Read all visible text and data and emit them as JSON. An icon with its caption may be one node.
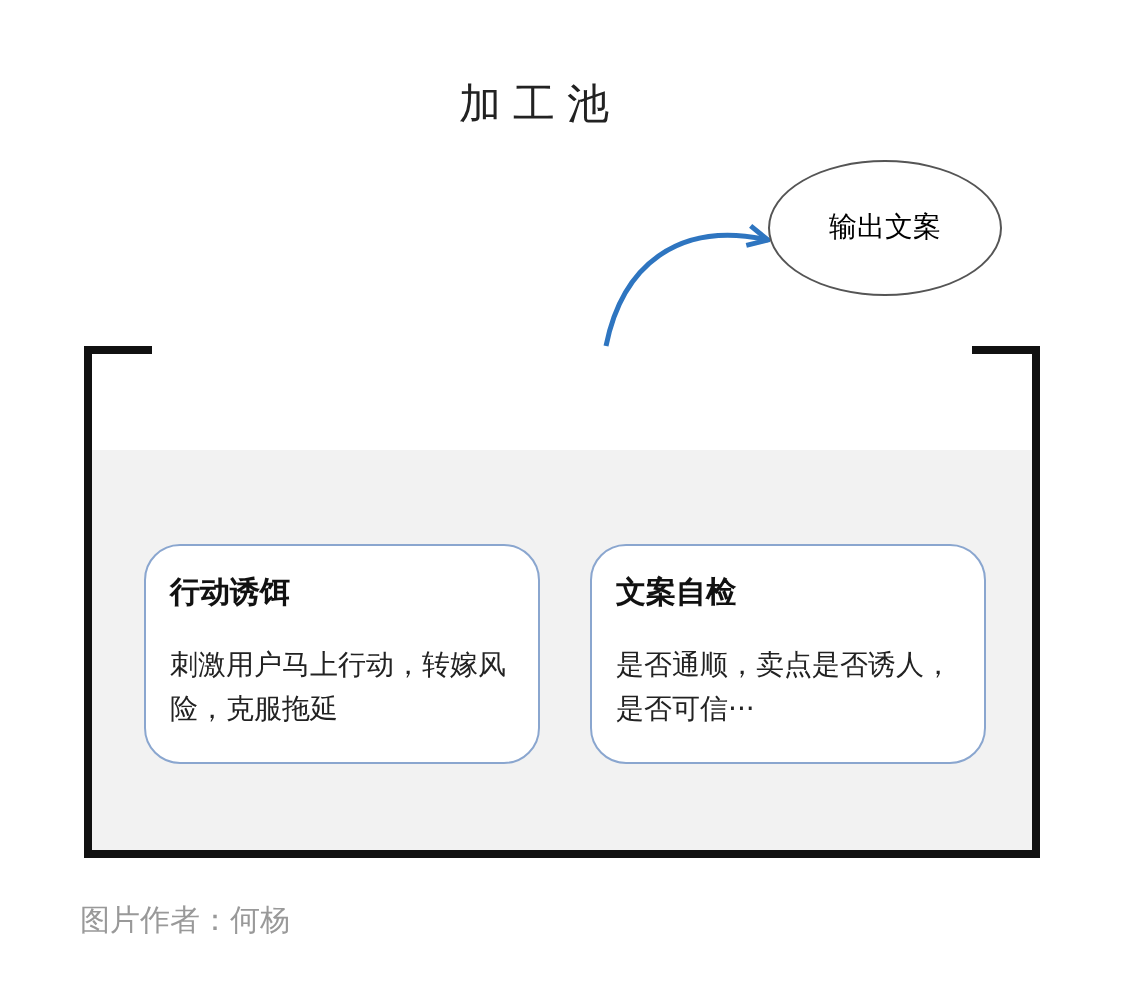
{
  "diagram": {
    "title": "加工池",
    "caption": "图片作者：何杨",
    "nodes": [
      {
        "text": [],
        "shape": "box"
      },
      {
        "text": [
          "行动诱饵",
          "刺激用户马上行动，转嫁风险，克服拖延"
        ],
        "in": 0
      },
      {
        "text": [
          "文案自检",
          "是否通顺，卖点是否诱人，是否可信···"
        ],
        "in": 0
      },
      {
        "text": [
          "输出文案"
        ]
      }
    ],
    "edges": [
      {
        "from": 0,
        "to": 3,
        "arrow": "to",
        "color": "#2e75c0"
      }
    ]
  }
}
